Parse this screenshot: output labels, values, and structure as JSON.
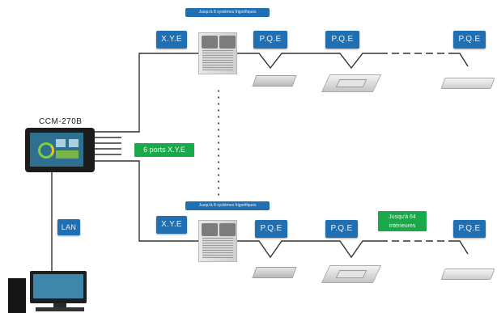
{
  "controller": {
    "name": "CCM-270B"
  },
  "bus_tags": {
    "xye_top": "X.Y.E",
    "xye_bottom": "X.Y.E",
    "pqe_top_1": "P.Q.E",
    "pqe_top_2": "P.Q.E",
    "pqe_top_3": "P.Q.E",
    "pqe_bottom_1": "P.Q.E",
    "pqe_bottom_2": "P.Q.E",
    "pqe_bottom_3": "P.Q.E",
    "lan": "LAN"
  },
  "banners": {
    "top": "Jusqu'à 8 systèmes frigorifiques",
    "bottom": "Jusqu'à 8 systèmes frigorifiques"
  },
  "notes": {
    "ports": "6 ports X.Y.E",
    "indoor_units": "Jusqu'à 64 intérieures"
  },
  "colors": {
    "tag_blue": "#1f6fb2",
    "note_green": "#19a84a",
    "wire": "#333333"
  },
  "icons": [
    "touchscreen-controller-icon",
    "outdoor-unit-icon",
    "duct-unit-icon",
    "cassette-unit-icon",
    "wall-unit-icon",
    "desktop-computer-icon"
  ]
}
